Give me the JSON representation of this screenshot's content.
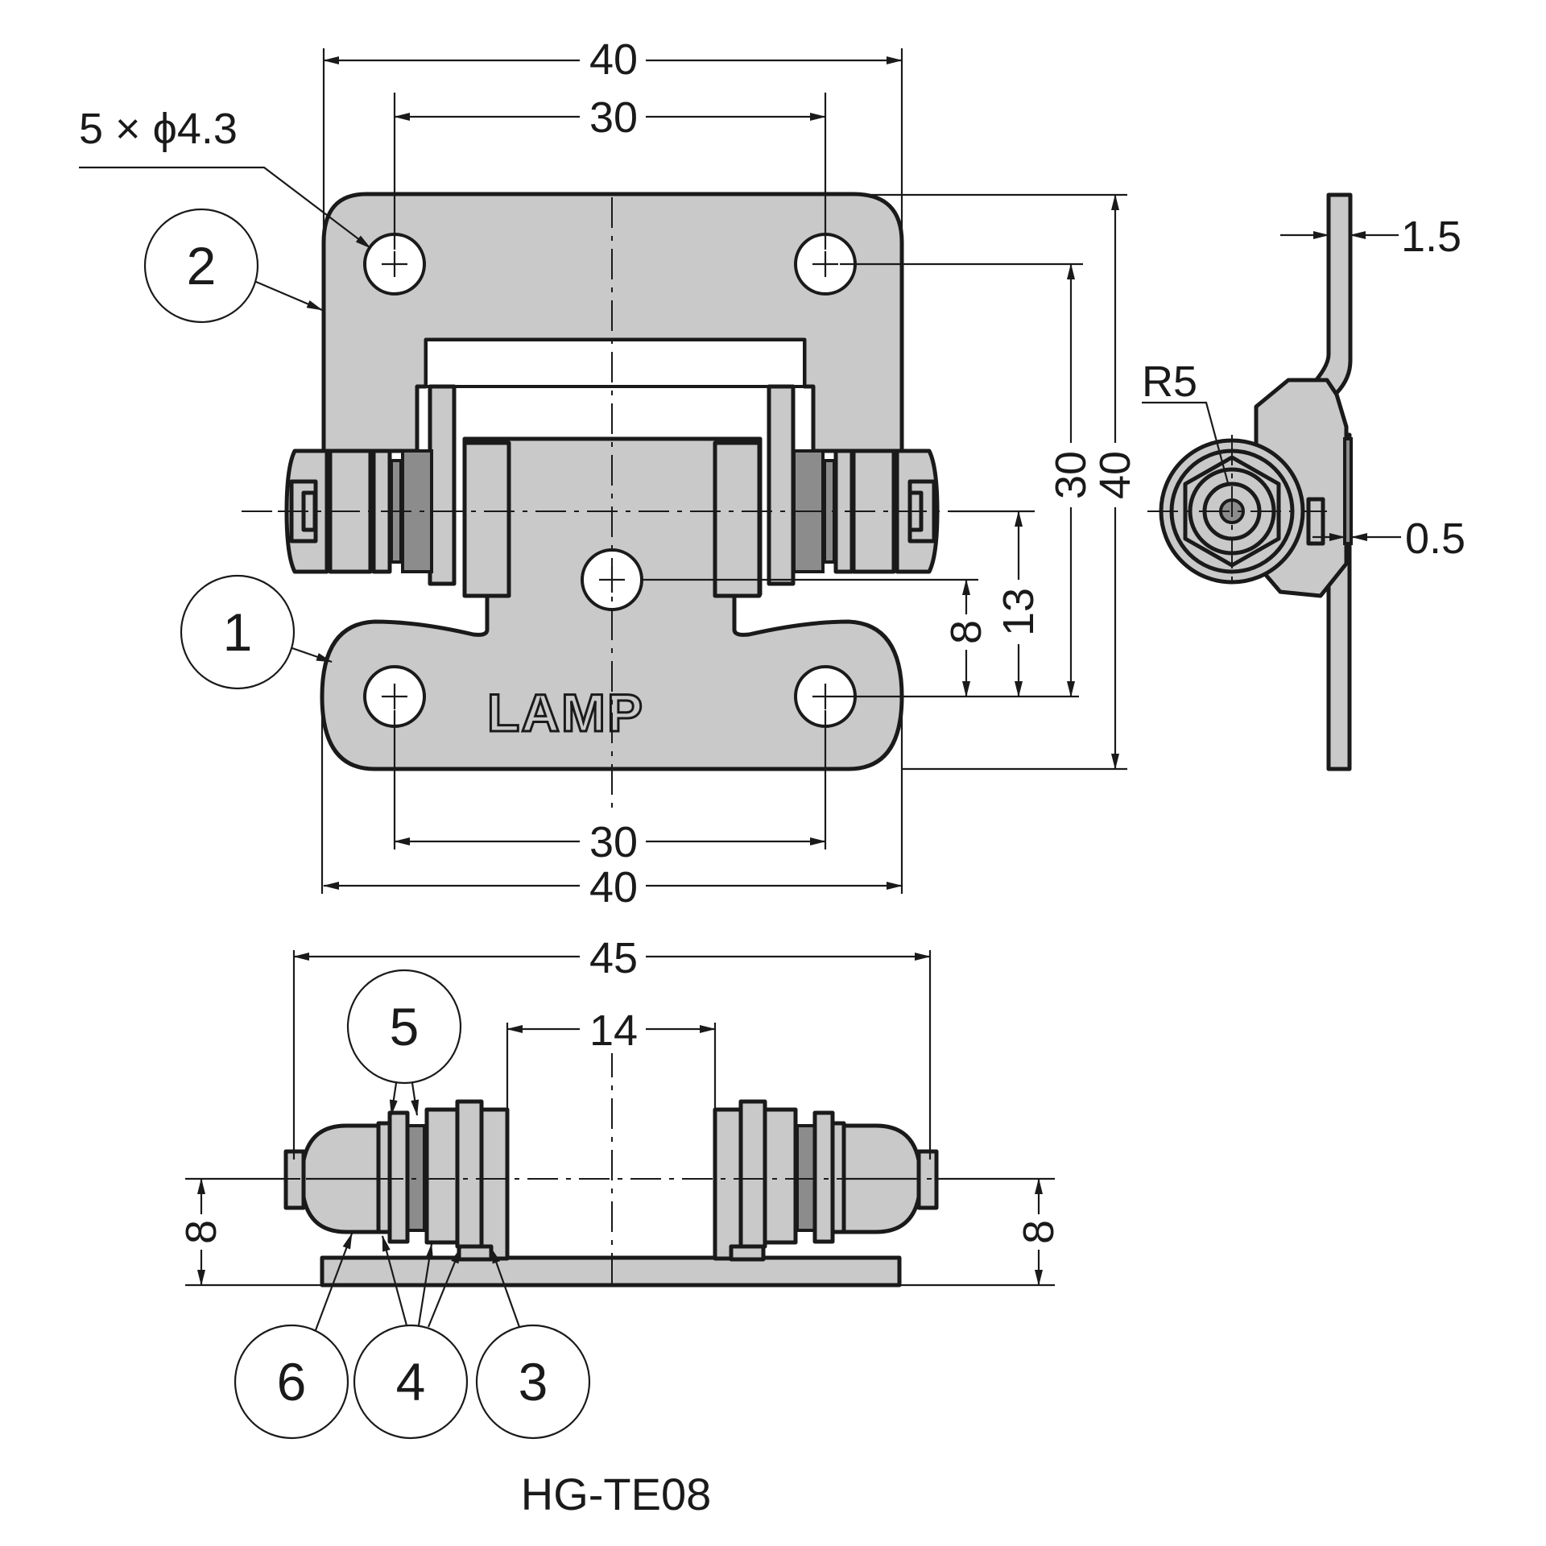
{
  "model": "HG-TE08",
  "logo_text": "LAMP",
  "hole_note": "5 × ϕ4.3",
  "dimensions": {
    "top_overall_width": "40",
    "top_hole_pitch": "30",
    "bottom_hole_pitch": "30",
    "bottom_overall_width": "40",
    "height_hole_span": "30",
    "height_overall": "40",
    "pin_to_bottom_hole": "13",
    "center_hole_to_bottom_hole": "8",
    "side_thickness": "1.5",
    "side_gap": "0.5",
    "side_radius": "R5",
    "plan_overall_width": "45",
    "plan_inner_gap": "14",
    "plan_axis_height_left": "8",
    "plan_axis_height_right": "8"
  },
  "callouts": [
    "1",
    "2",
    "3",
    "4",
    "5",
    "6"
  ],
  "colors": {
    "part_fill": "#c9c9c9",
    "line": "#1a1a1a",
    "background": "#ffffff"
  }
}
